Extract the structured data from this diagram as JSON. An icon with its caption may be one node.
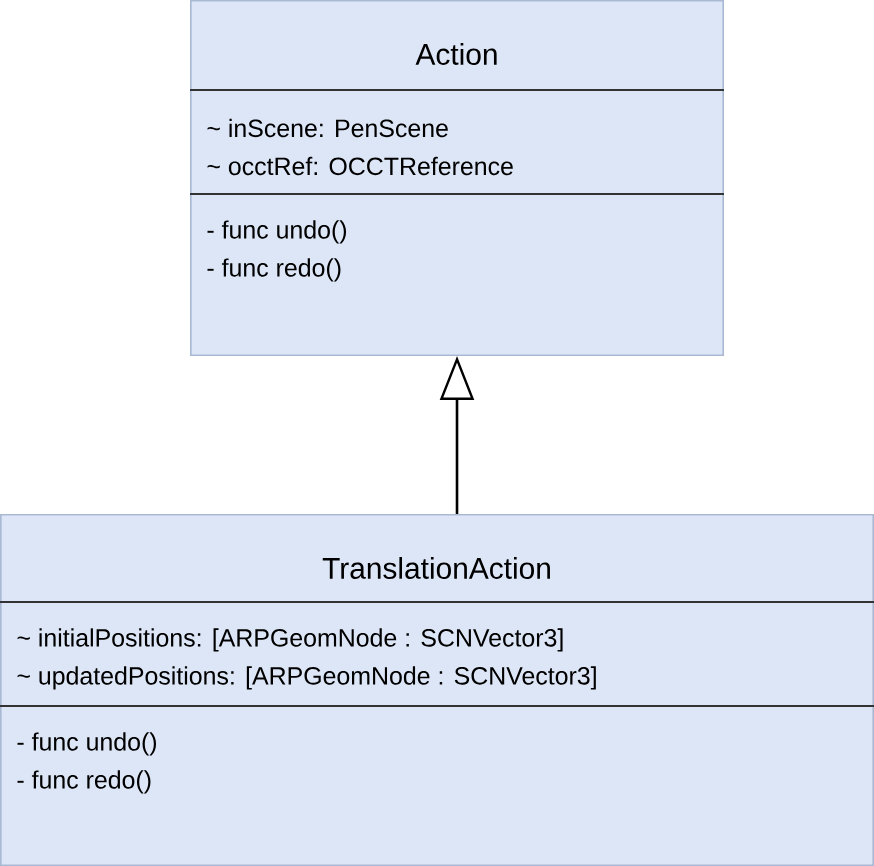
{
  "diagram": {
    "nodes": [
      {
        "text": [
          "Action",
          "~ inScene: PenScene",
          "~ occtRef: OCCTReference",
          "- func undo()",
          "- func redo()"
        ]
      },
      {
        "text": [
          "TranslationAction",
          "~ initialPositions: [ARPGeomNode : SCNVector3]",
          "~ updatedPositions: [ARPGeomNode : SCNVector3]",
          "- func undo()",
          "- func redo()"
        ]
      }
    ],
    "edges": [
      {
        "from": 1,
        "to": 0,
        "arrow": "to"
      }
    ]
  }
}
